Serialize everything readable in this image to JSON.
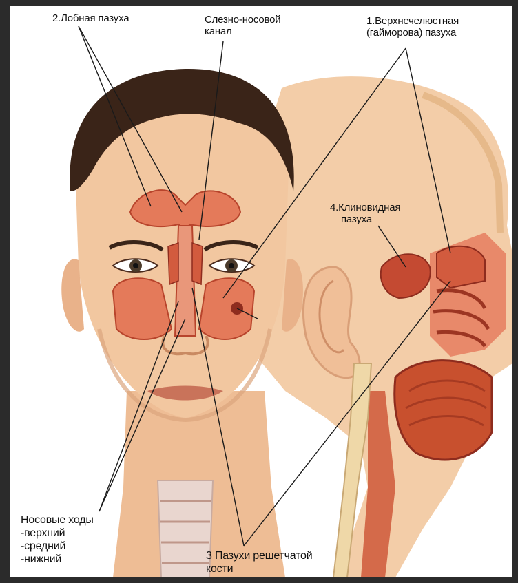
{
  "labels": {
    "frontal_sinus": "2.Лобная пазуха",
    "lacrimal_canal": [
      "Слезно-носовой",
      "канал"
    ],
    "maxillary_sinus": [
      "1.Верхнечелюстная",
      "(гайморова) пазуха"
    ],
    "sphenoid_sinus": [
      "4.Клиновидная",
      "пазуха"
    ],
    "nasal_passages": [
      "Носовые ходы",
      "-верхний",
      "-средний",
      "-нижний"
    ],
    "ethmoid_sinuses": [
      "3 Пазухи решетчатой",
      "кости"
    ]
  },
  "colors": {
    "frame": "#2b2b2b",
    "background": "#ffffff",
    "skin": "#f2c7a0",
    "skin_shadow": "#dba57e",
    "hair": "#3a2418",
    "sinus": "#e47a5a",
    "sinus_dark": "#b8442c",
    "muscle": "#c8502e",
    "bone": "#efd8a8",
    "leader_line": "#1a1a1a"
  }
}
